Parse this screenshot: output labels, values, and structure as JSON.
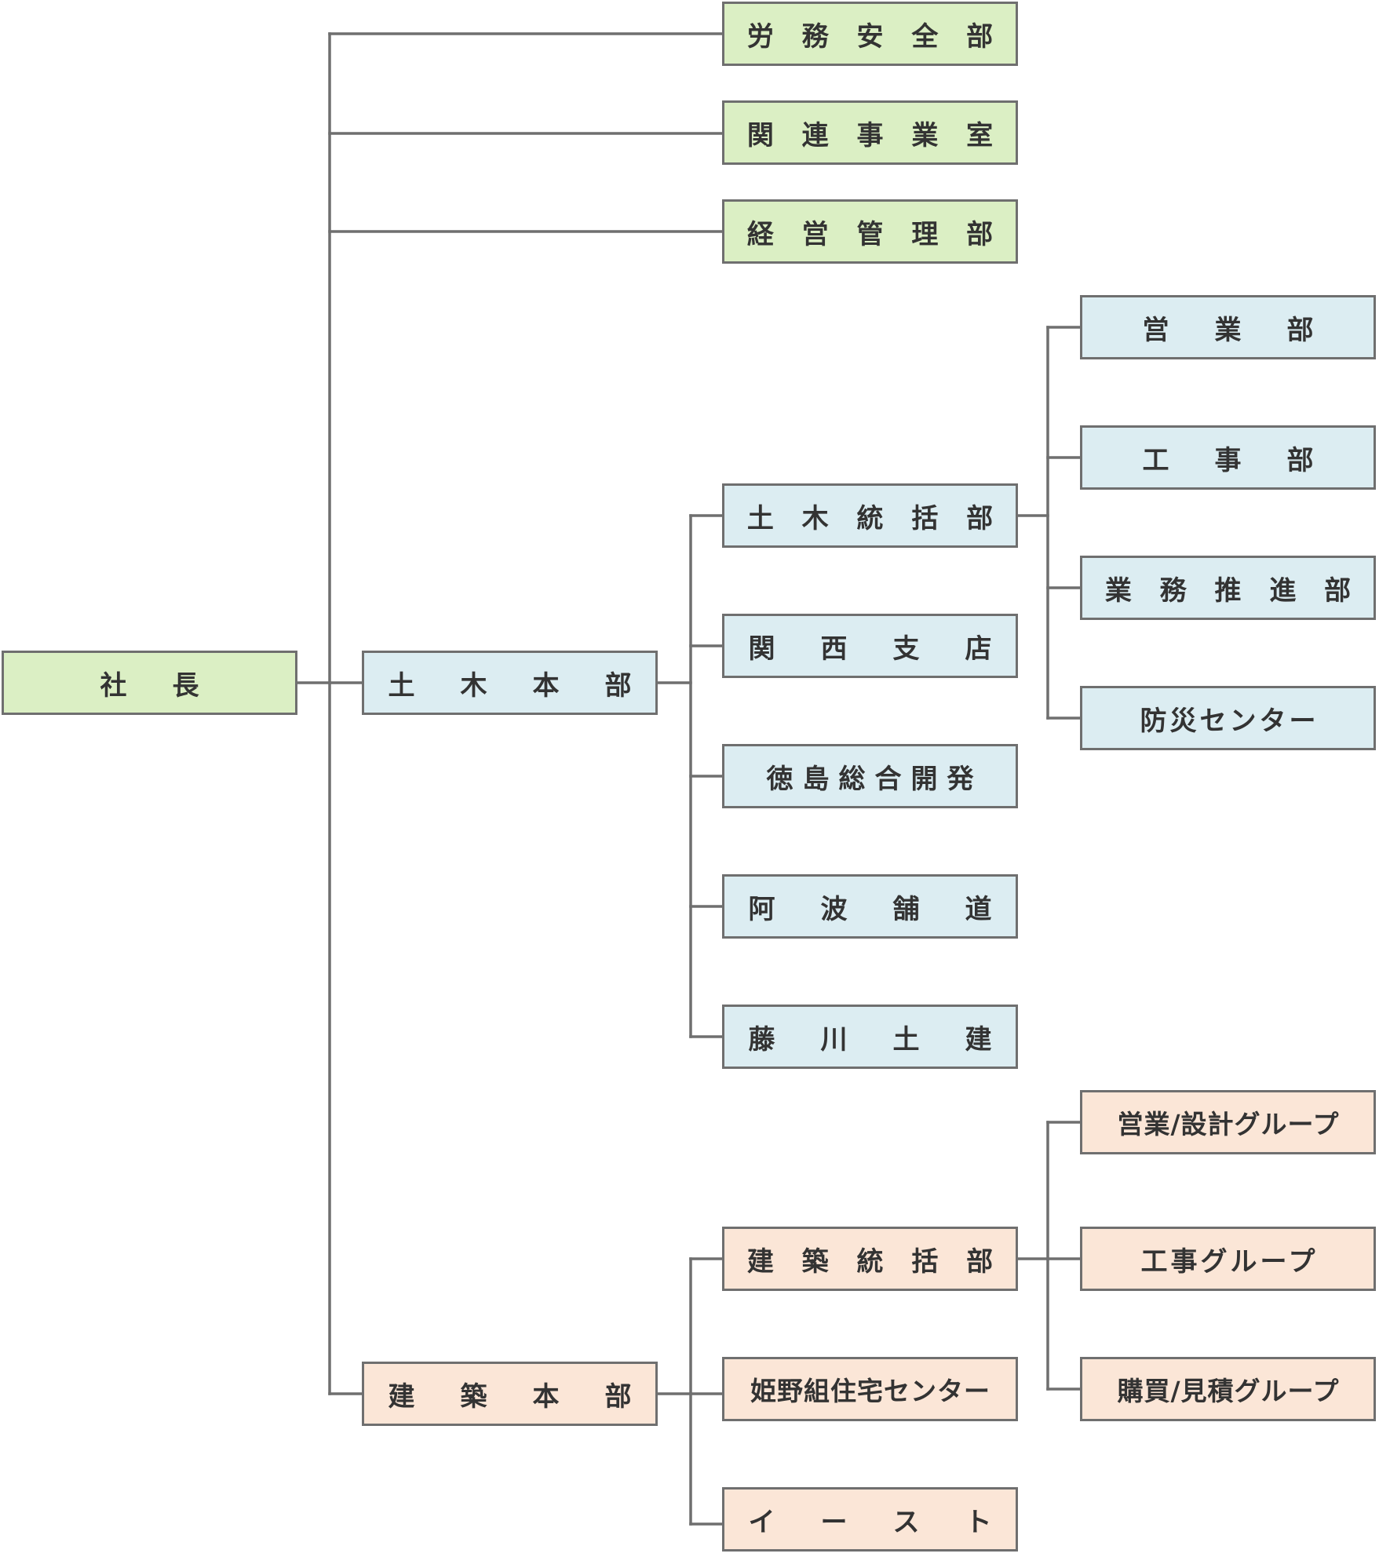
{
  "org_chart": {
    "president": "社　長",
    "staff_departments": [
      "労 務 安 全 部",
      "関 連 事 業 室",
      "経 営 管 理 部"
    ],
    "civil_division": {
      "label": "土　木　本　部",
      "units": [
        "土 木 統 括 部",
        "関　西　支　店",
        "徳島総合開発",
        "阿　波　舗　道",
        "藤　川　土　建"
      ],
      "civil_control_sub": [
        "営　業　部",
        "工　事　部",
        "業 務 推 進 部",
        "防災センター"
      ]
    },
    "architecture_division": {
      "label": "建　築　本　部",
      "units": [
        "建 築 統 括 部",
        "姫野組住宅センター",
        "イ　ー　ス　ト"
      ],
      "architecture_control_sub": [
        "営業/設計グループ",
        "工事グループ",
        "購買/見積グループ"
      ]
    },
    "colors": {
      "green_fill": "#dbefc4",
      "blue_fill": "#dcedf2",
      "peach_fill": "#fbe6d7",
      "border": "#6f6f6f",
      "text": "#333333"
    }
  }
}
